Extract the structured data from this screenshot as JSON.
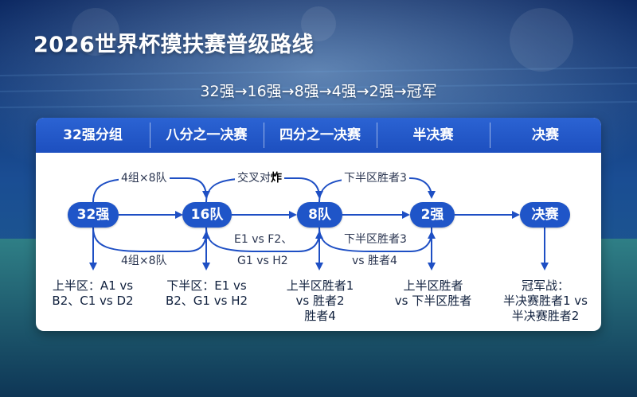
{
  "title": "2026世界杯摸扶赛普级路线",
  "subtitle": "32强→16强→8强→4强→2强→冠军",
  "columns": [
    "32强分组",
    "八分之一决赛",
    "四分之一决赛",
    "半决赛",
    "决赛"
  ],
  "nodes": [
    "32强",
    "16队",
    "8队",
    "2强",
    "决赛"
  ],
  "edge_labels": {
    "top_1": "4组×8队",
    "top_2": "交叉对",
    "top_2_mark": "炸",
    "top_3": "下半区胜者3",
    "bottom_1": "4组×8队",
    "bottom_2_line1": "E1 vs F2、",
    "bottom_2_line2": "G1 vs H2",
    "bottom_3": "下半区胜者3",
    "bottom_3b": "vs 胜者4"
  },
  "descriptions": [
    [
      "上半区：A1 vs",
      "B2、C1 vs D2"
    ],
    [
      "下半区：E1 vs",
      "B2、G1 vs H2"
    ],
    [
      "上半区胜者1",
      "vs 胜者2",
      "胜者4"
    ],
    [
      "上半区胜者",
      "vs 下半区胜者"
    ],
    [
      "冠军战：",
      "半决赛胜者1 vs",
      "半决赛胜者2"
    ]
  ],
  "colors": {
    "node": "#1f55c8",
    "header": "#2b63d3",
    "arrow": "#1e4fc4",
    "background": "#0b2a5e"
  }
}
